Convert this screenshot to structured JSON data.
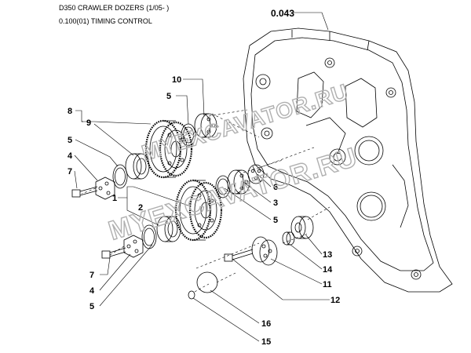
{
  "header": {
    "title": "D350 CRAWLER DOZERS (1/05- )",
    "subtitle": "0.100(01) TIMING CONTROL"
  },
  "watermarks": [
    "MYEXCAVATOR.RU",
    "MYEXCAVATOR.RU"
  ],
  "callouts": {
    "c0043": "0.043",
    "c10": "10",
    "c5a": "5",
    "c8": "8",
    "c9": "9",
    "c5b": "5",
    "c4a": "4",
    "c7a": "7",
    "c1": "1",
    "c2": "2",
    "c6": "6",
    "c3": "3",
    "c5c": "5",
    "c7b": "7",
    "c4b": "4",
    "c5d": "5",
    "c13": "13",
    "c14": "14",
    "c11": "11",
    "c12": "12",
    "c16": "16",
    "c15": "15"
  }
}
